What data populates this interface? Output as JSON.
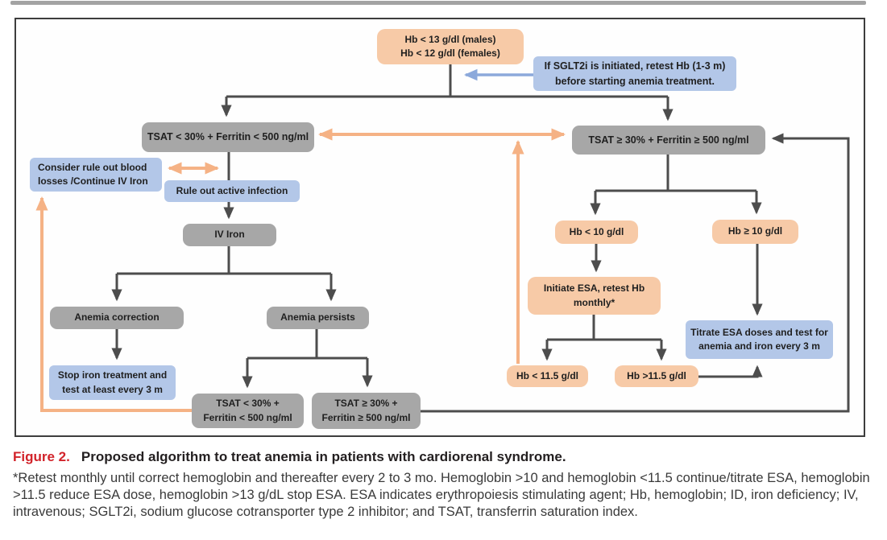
{
  "caption": {
    "label": "Figure 2.",
    "title": "Proposed algorithm to treat anemia in patients with cardiorenal syndrome.",
    "footnote": "*Retest monthly until correct hemoglobin and thereafter every 2 to 3 mo. Hemoglobin >10 and hemoglobin <11.5 continue/titrate ESA, hemoglobin >11.5 reduce ESA dose, hemoglobin >13 g/dL stop ESA. ESA indicates erythropoiesis stimulating agent; Hb, hemoglobin; ID, iron deficiency; IV, intravenous; SGLT2i, sodium glucose cotransporter type 2 inhibitor; and TSAT, transferrin saturation index."
  },
  "colors": {
    "peach_box": "#f7caa7",
    "blue_box": "#b3c7e8",
    "gray_box": "#a7a7a7",
    "dark_connector": "#4d4d4d",
    "orange_connector": "#f5b285",
    "blue_connector": "#8ca9db",
    "caption_red": "#d2232a"
  },
  "nodes": {
    "start": {
      "line1": "Hb < 13 g/dl (males)",
      "line2": "Hb < 12 g/dl (females)"
    },
    "sglt2i_note": {
      "line1": "If SGLT2i is initiated, retest Hb (1-3 m)",
      "line2": "before starting anemia treatment."
    },
    "tsat_low": {
      "line1": "TSAT < 30% + Ferritin < 500 ng/ml"
    },
    "tsat_high": {
      "line1": "TSAT ≥ 30% + Ferritin ≥ 500 ng/ml"
    },
    "consider_blood_losses": {
      "line1": "Consider rule out blood",
      "line2": "losses /Continue IV Iron"
    },
    "rule_out_infection": {
      "line1": "Rule out active infection"
    },
    "iv_iron": {
      "line1": "IV Iron"
    },
    "anemia_correction": {
      "line1": "Anemia correction"
    },
    "anemia_persists": {
      "line1": "Anemia persists"
    },
    "stop_iron": {
      "line1": "Stop iron treatment and",
      "line2": "test at least every 3 m"
    },
    "tsat_low_repeat": {
      "line1": "TSAT < 30% +",
      "line2": "Ferritin < 500 ng/ml"
    },
    "tsat_high_repeat": {
      "line1": "TSAT ≥ 30% +",
      "line2": "Ferritin ≥ 500 ng/ml"
    },
    "hb_below_10": {
      "line1": "Hb < 10 g/dl"
    },
    "hb_above_10": {
      "line1": "Hb ≥ 10 g/dl"
    },
    "initiate_esa": {
      "line1": "Initiate ESA, retest Hb",
      "line2": "monthly*"
    },
    "hb_below_115": {
      "line1": "Hb < 11.5 g/dl"
    },
    "hb_above_115": {
      "line1": "Hb >11.5 g/dl"
    },
    "titrate_esa": {
      "line1": "Titrate ESA doses and test for",
      "line2": "anemia and iron every 3 m"
    }
  }
}
